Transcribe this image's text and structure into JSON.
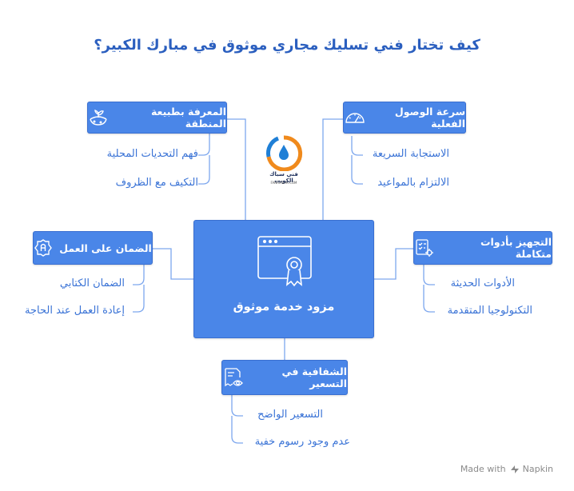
{
  "title": "كيف تختار فني تسليك مجاري موثوق في مبارك الكبير؟",
  "center": {
    "label": "مزود خدمة موثوق"
  },
  "logo": {
    "name": "فني سباك الكويت",
    "site": "FANISABAK.COM"
  },
  "nodes": {
    "knowledge": {
      "label": "المعرفة بطبيعة المنطقة",
      "icon": "land-plant-icon",
      "items": [
        "فهم التحديات المحلية",
        "التكيف مع الظروف"
      ]
    },
    "speed": {
      "label": "سرعة الوصول الفعلية",
      "icon": "speedometer-icon",
      "items": [
        "الاستجابة السريعة",
        "الالتزام بالمواعيد"
      ]
    },
    "warranty": {
      "label": "الضمان على العمل",
      "icon": "badge-icon",
      "items": [
        "الضمان الكتابي",
        "إعادة العمل عند الحاجة"
      ]
    },
    "equipment": {
      "label": "التجهيز بأدوات متكاملة",
      "icon": "tools-checklist-icon",
      "items": [
        "الأدوات الحديثة",
        "التكنولوجيا المتقدمة"
      ]
    },
    "transparency": {
      "label": "الشفافية في التسعير",
      "icon": "invoice-eye-icon",
      "items": [
        "التسعير الواضح",
        "عدم وجود رسوم خفية"
      ]
    }
  },
  "footer": {
    "made_with": "Made with",
    "brand": "Napkin"
  },
  "colors": {
    "primary": "#4a86e8",
    "text_blue": "#3a73d6",
    "line": "#7da7ee"
  }
}
